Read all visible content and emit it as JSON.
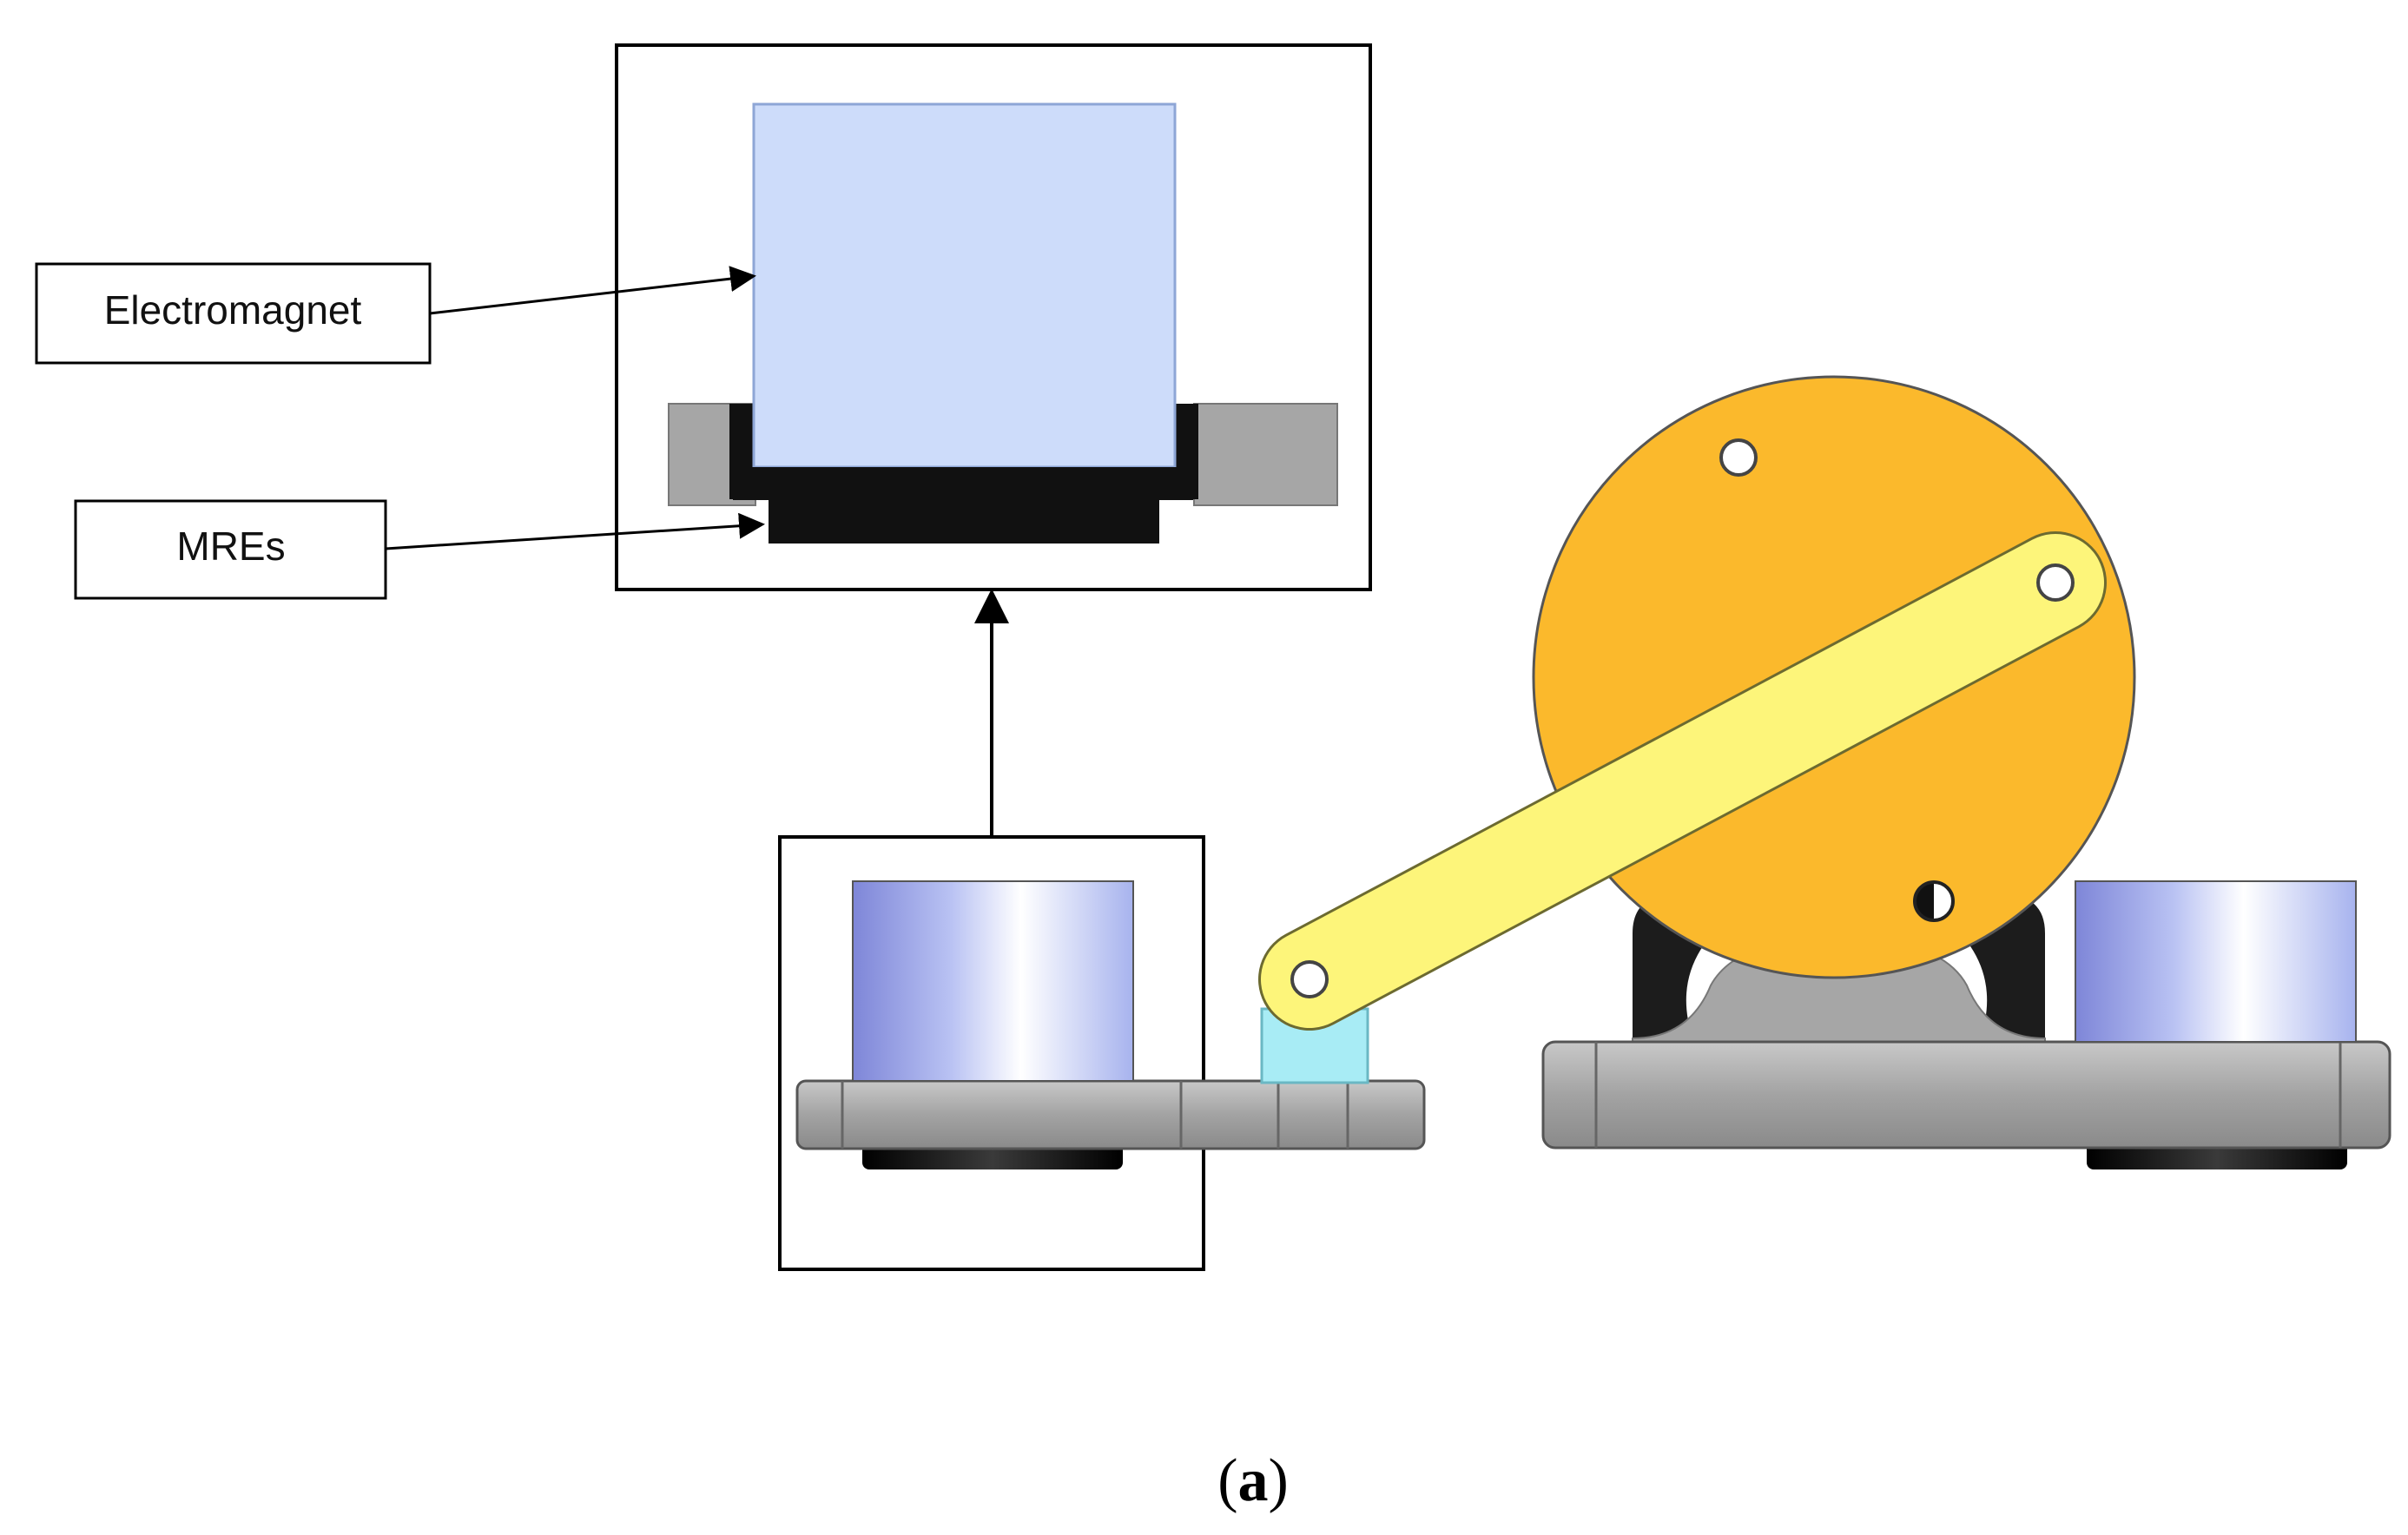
{
  "labels": {
    "electromagnet": "Electromagnet",
    "mres": "MREs"
  },
  "caption": {
    "open": "(",
    "letter": "a",
    "close": ")"
  },
  "colors": {
    "background": "#ffffff",
    "outline": "#000000",
    "electromagnet_fill": "#cddcfa",
    "mre_fill": "#111111",
    "plate_gray": "#a6a6a6",
    "flywheel_orange": "#fbb92c",
    "crank_yellow": "#fdf57a",
    "connector_cyan": "#a8ecf5",
    "cylinder_blue": "#8f9be6",
    "support_black": "#1c1c1c"
  },
  "icons": {
    "arrow": "arrowhead",
    "pivot_hole": "circle-hole-icon"
  }
}
